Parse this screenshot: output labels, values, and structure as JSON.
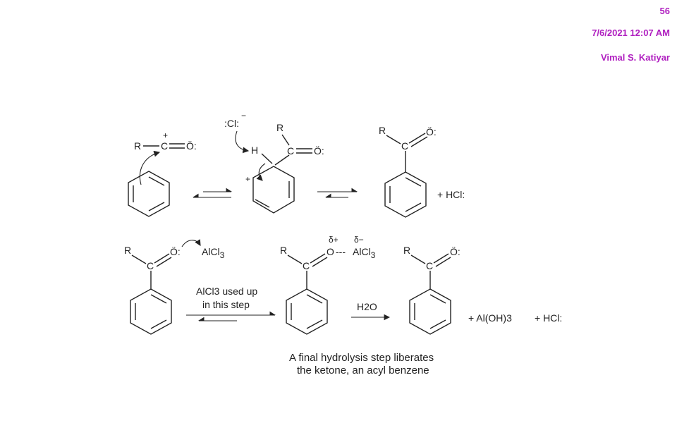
{
  "header": {
    "slide_number": "56",
    "datetime": "7/6/2021 12:07 AM",
    "author": "Vimal S. Katiyar"
  },
  "labels": {
    "R": "R",
    "C": "C",
    "O": "O",
    "O_lp": "Ö:",
    "H": "H",
    "Cl_anion": ":Cl:",
    "plus": "+",
    "minus": "−",
    "hcl": "+ HCl:",
    "alcl3": "AlCl",
    "sub3": "3",
    "delta_plus": "δ+",
    "delta_minus": "δ−",
    "dashed_bond": "---",
    "alcl3_note": [
      "AlCl3 used up",
      "in this step"
    ],
    "h2o": "H2O",
    "al_oh3": "+ Al(OH)3",
    "hcl2": "+ HCl:",
    "caption": [
      "A final hydrolysis step liberates",
      "the ketone, an acyl benzene"
    ]
  }
}
